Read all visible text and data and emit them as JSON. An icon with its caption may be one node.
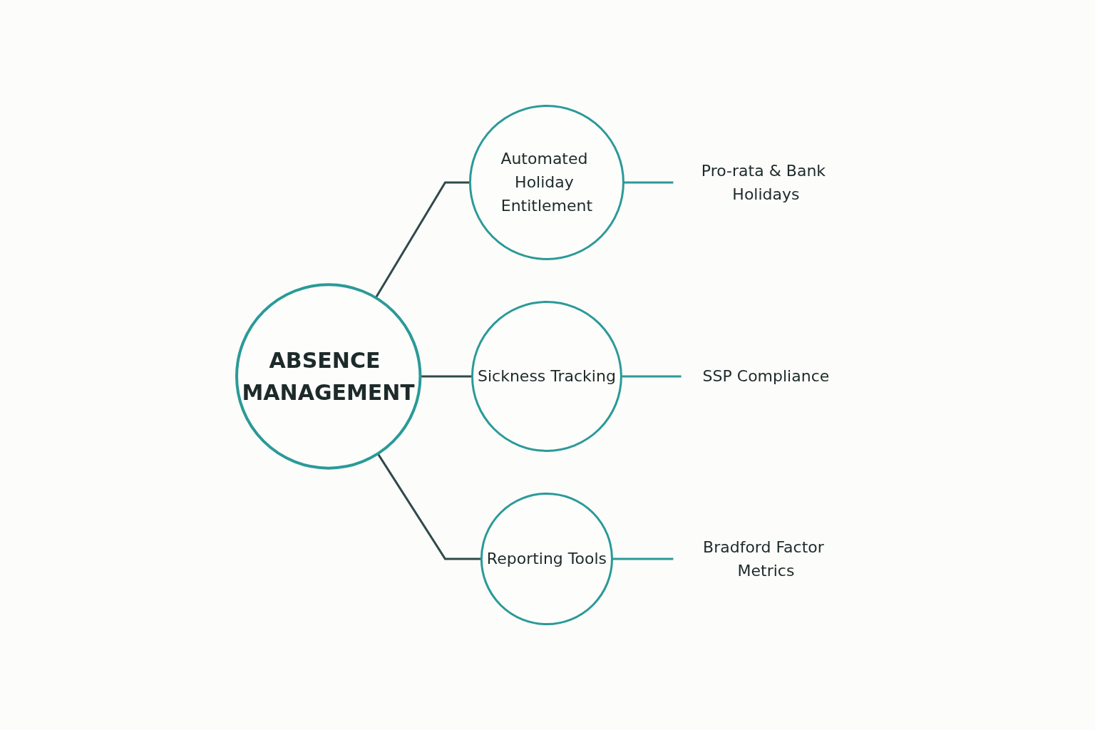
{
  "diagram": {
    "nodes": [
      {
        "text": [
          "Automated Holiday Entitlement"
        ]
      },
      {
        "text": [
          "Pro-rata & Bank Holidays"
        ]
      },
      {
        "text": [
          "Sickness Tracking"
        ]
      },
      {
        "text": [
          "ABSENCE MANAGEMENT"
        ]
      },
      {
        "text": [
          "SSP Compliance"
        ]
      },
      {
        "text": [
          "Reporting Tools"
        ]
      },
      {
        "text": [
          "Bradford Factor Metrics"
        ]
      }
    ],
    "edges": [
      {
        "from": 0,
        "to": 1,
        "arrow": "none",
        "color": "#2a9a98"
      },
      {
        "from": 3,
        "to": 0,
        "arrow": "none"
      },
      {
        "from": 3,
        "to": 2,
        "arrow": "none"
      },
      {
        "from": 2,
        "to": 4,
        "arrow": "none",
        "color": "#2a9a98"
      },
      {
        "from": 3,
        "to": 5,
        "arrow": "none"
      },
      {
        "from": 5,
        "to": 6,
        "arrow": "none",
        "color": "#2a9a98"
      }
    ]
  }
}
